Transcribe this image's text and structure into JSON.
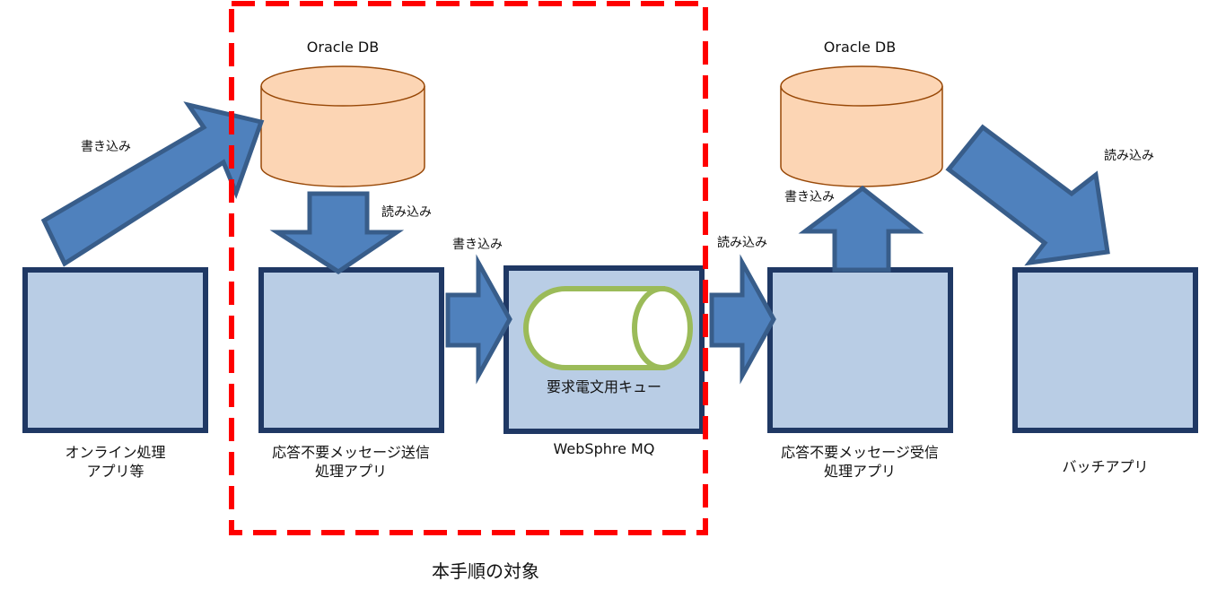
{
  "scope_label": "本手順の対象",
  "databases": [
    {
      "label": "Oracle DB"
    },
    {
      "label": "Oracle DB"
    }
  ],
  "boxes": [
    {
      "label": "オンライン処理\nアプリ等"
    },
    {
      "label": "応答不要メッセージ送信\n処理アプリ"
    },
    {
      "label": "WebSphre MQ"
    },
    {
      "label": "応答不要メッセージ受信\n処理アプリ"
    },
    {
      "label": "バッチアプリ"
    }
  ],
  "queue": {
    "label": "要求電文用キュー"
  },
  "arrows": [
    {
      "label": "書き込み"
    },
    {
      "label": "読み込み"
    },
    {
      "label": "書き込み"
    },
    {
      "label": "読み込み"
    },
    {
      "label": "書き込み"
    },
    {
      "label": "読み込み"
    }
  ],
  "colors": {
    "box_fill": "#b9cde5",
    "box_border": "#1f3864",
    "arrow_fill": "#4f81bd",
    "arrow_border": "#385d8a",
    "db_fill": "#fcd5b4",
    "db_border": "#984807",
    "queue_border": "#9bbb59",
    "scope_border": "#ff0000"
  }
}
